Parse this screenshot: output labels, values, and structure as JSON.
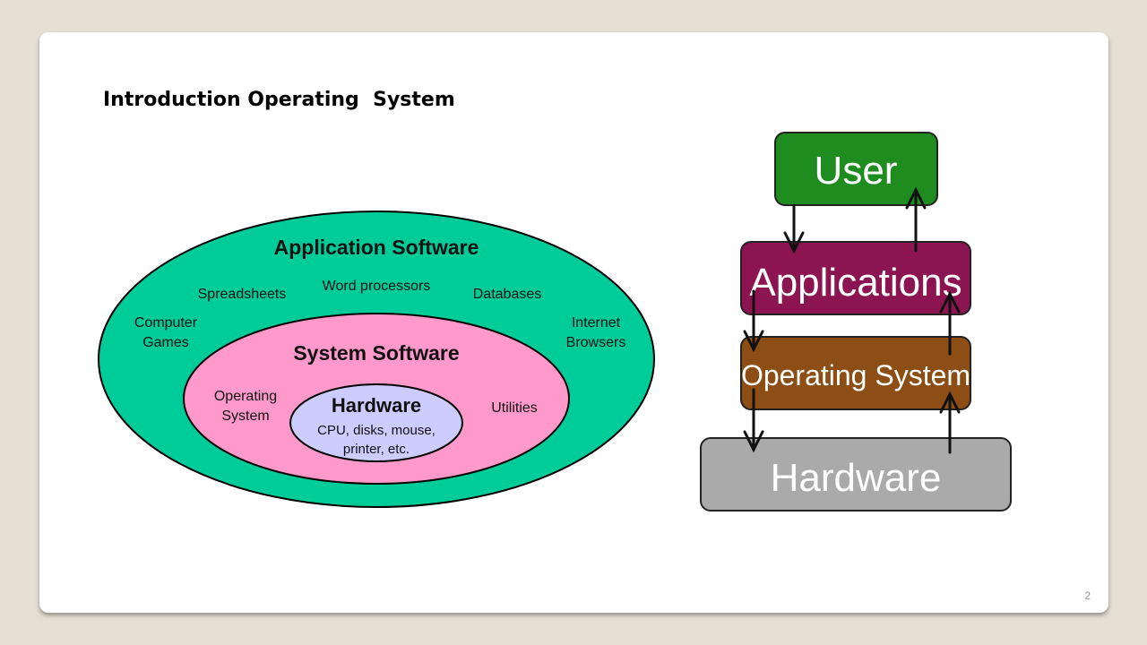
{
  "slide": {
    "title": "Introduction Operating  System",
    "page_number": "2"
  },
  "onion_diagram": {
    "outer": {
      "title": "Application Software",
      "items": [
        "Spreadsheets",
        "Word processors",
        "Databases"
      ],
      "left_item": [
        "Computer",
        "Games"
      ],
      "right_item": [
        "Internet",
        "Browsers"
      ],
      "color": "#00cc99"
    },
    "middle": {
      "title": "System Software",
      "left_item": [
        "Operating",
        "System"
      ],
      "right_item": "Utilities",
      "color": "#ff99cc"
    },
    "inner": {
      "title": "Hardware",
      "lines": [
        "CPU, disks, mouse,",
        "printer, etc."
      ],
      "color": "#ccccff"
    }
  },
  "stack_diagram": {
    "layers": [
      {
        "label": "User",
        "color": "#1e8c1e"
      },
      {
        "label": "Applications",
        "color": "#8c1450"
      },
      {
        "label": "Operating System",
        "color": "#8c4e14"
      },
      {
        "label": "Hardware",
        "color": "#aaaaaa"
      }
    ]
  }
}
